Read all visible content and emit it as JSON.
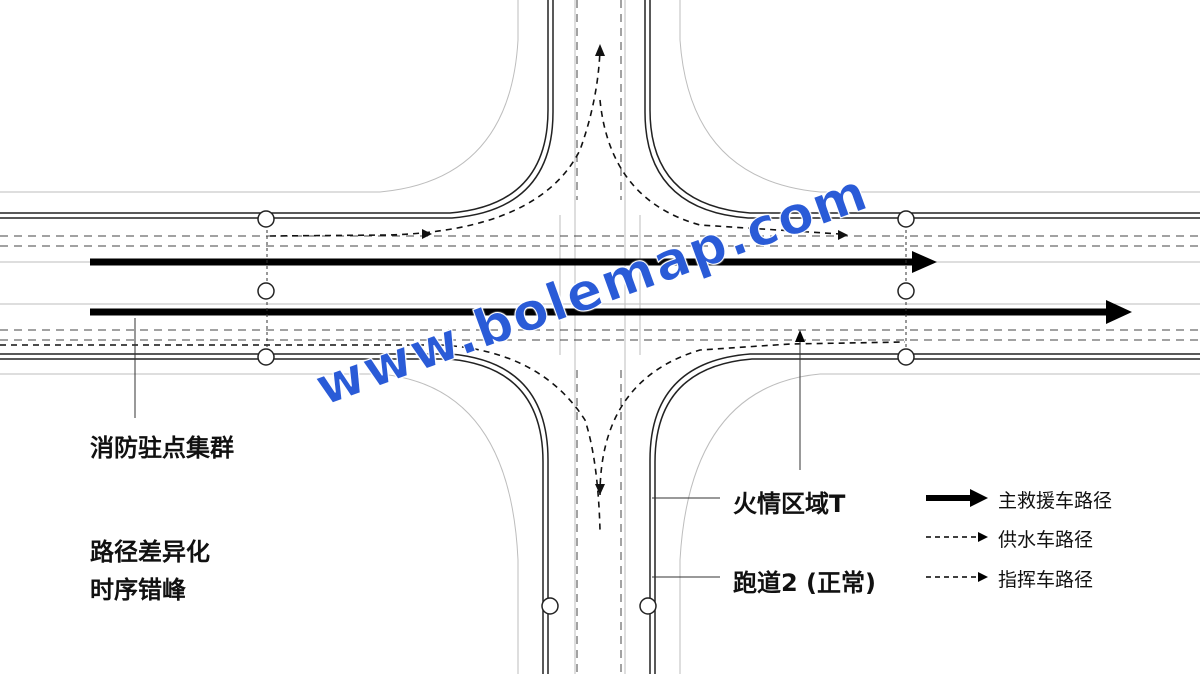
{
  "labels": {
    "station_cluster": "消防驻点集群",
    "strategy_line1": "路径差异化",
    "strategy_line2": "时序错峰",
    "fire_zone": "火情区域T",
    "runway": "跑道2 (正常)"
  },
  "legend": [
    {
      "label": "主救援车路径",
      "style": "solid-thick"
    },
    {
      "label": "供水车路径",
      "style": "dashed"
    },
    {
      "label": "指挥车路径",
      "style": "dashed"
    }
  ],
  "watermark": "www.bolemap.com",
  "colors": {
    "road": "#222222",
    "guide": "#bbbbbb",
    "watermark": "#2a5bd7",
    "node_fill": "#ffffff"
  }
}
